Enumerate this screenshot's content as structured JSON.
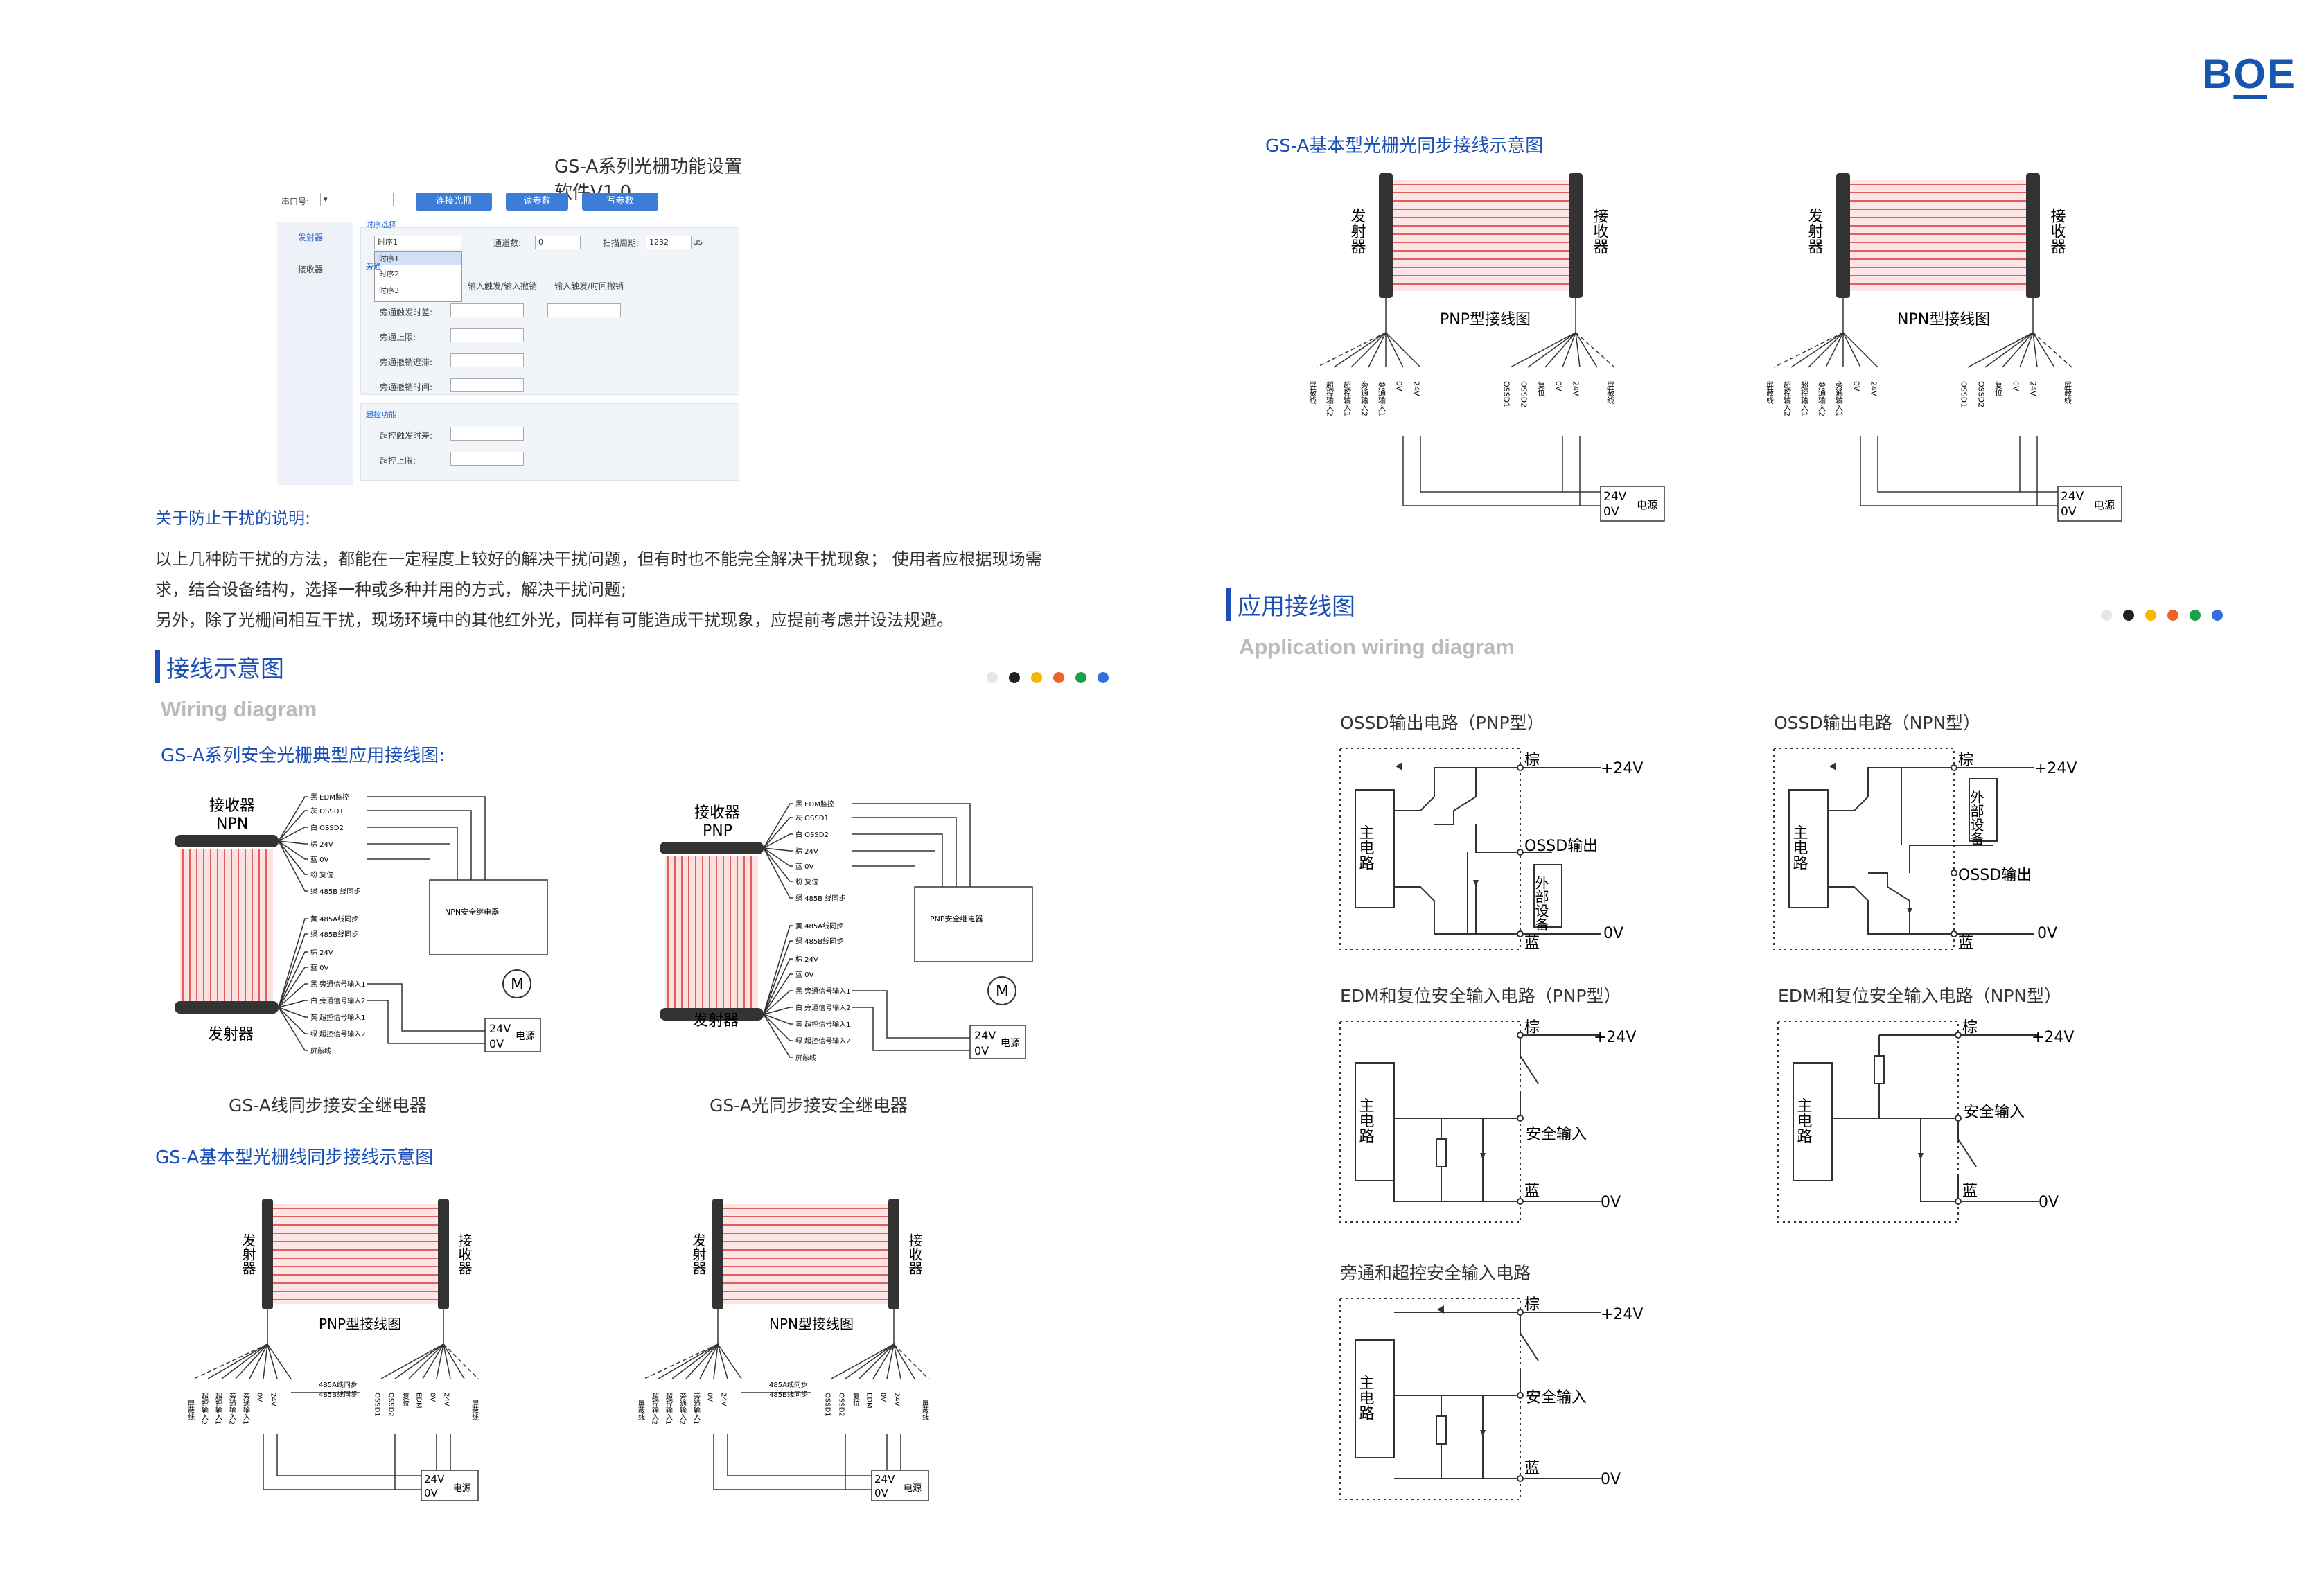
{
  "brand": {
    "logo_b": "B",
    "logo_o": "O",
    "logo_e": "E"
  },
  "software": {
    "title": "GS-A系列光栅功能设置软件V1.0",
    "port_label": "串口号:",
    "btn_connect": "连接光栅",
    "btn_read": "读参数",
    "btn_write": "写参数",
    "tab_emitter": "发射器",
    "tab_receiver": "接收器",
    "group_timing": "时序选择",
    "timing_value": "时序1",
    "timing_options": [
      "时序1",
      "时序2",
      "时序3"
    ],
    "channels_label": "通道数:",
    "channels_value": "0",
    "scan_label": "扫描周期:",
    "scan_value": "1232",
    "scan_unit": "us",
    "group_bypass": "旁通",
    "radio_a": "输入触发/输入撤销",
    "radio_b": "输入触发/时间撤销",
    "bypass_trigger": "旁通触发时差:",
    "bypass_max": "旁通上限:",
    "bypass_cancel_delay": "旁通撤销迟滞:",
    "bypass_cancel_time": "旁通撤销时间:",
    "group_override": "超控功能",
    "override_trigger": "超控触发时差:",
    "override_max": "超控上限:"
  },
  "interference": {
    "title": "关于防止干扰的说明:",
    "line1": "以上几种防干扰的方法，都能在一定程度上较好的解决干扰问题，但有时也不能完全解决干扰现象； 使用者应根据现场需",
    "line2": "求，结合设备结构，选择一种或多种并用的方式，解决干扰问题;",
    "line3": "另外，除了光栅间相互干扰，现场环境中的其他红外光，同样有可能造成干扰现象，应提前考虑并设法规避。"
  },
  "wiring": {
    "title": "接线示意图",
    "subtitle": "Wiring diagram",
    "typical_title": "GS-A系列安全光栅典型应用接线图:",
    "cap_left": "GS-A线同步接安全继电器",
    "cap_right": "GS-A光同步接安全继电器",
    "basic_wire_title": "GS-A基本型光栅线同步接线示意图",
    "receiver": "接收器",
    "emitter": "发射器",
    "npn": "NPN",
    "pnp": "PNP",
    "pnp_wiring": "PNP型接线图",
    "npn_wiring": "NPN型接线图",
    "supply_24v": "24V",
    "supply_0v": "0V",
    "supply_label": "电源",
    "relay_npn": "NPN安全继电器",
    "relay_pnp": "PNP安全继电器",
    "wire_labels": [
      "黑 EDM监控",
      "灰 OSSD1",
      "白 OSSD2",
      "棕 24V",
      "蓝 0V",
      "粉 复位",
      "绿 485B 线同步",
      "黄 485A 线同步",
      "屏蔽线",
      "黄 485A线同步",
      "绿 485B线同步",
      "棕 24V",
      "蓝 0V",
      "黑 旁通信号输入1",
      "白 旁通信号输入2",
      "黄 超控信号输入1",
      "绿 超控信号输入2",
      "屏蔽线"
    ],
    "fan_labels": [
      "屏蔽线",
      "超控输入2",
      "超控输入1",
      "旁通输入2",
      "旁通输入1",
      "0V",
      "24V",
      "485A线同步",
      "485B线同步",
      "OSSD1",
      "OSSD2",
      "EDM",
      "复位",
      "0V",
      "24V",
      "屏蔽线"
    ],
    "motor": "M",
    "emitter_v": "发射器",
    "receiver_v": "接收器"
  },
  "right_top": {
    "title": "GS-A基本型光栅光同步接线示意图"
  },
  "application": {
    "title": "应用接线图",
    "subtitle": "Application wiring diagram",
    "ossd_pnp": "OSSD输出电路（PNP型）",
    "ossd_npn": "OSSD输出电路（NPN型）",
    "edm_pnp": "EDM和复位安全输入电路（PNP型）",
    "edm_npn": "EDM和复位安全输入电路（NPN型）",
    "bypass": "旁通和超控安全输入电路",
    "main_circuit": "主电路",
    "brown": "棕",
    "blue_wire": "蓝",
    "plus24": "+24V",
    "zero": "0V",
    "ossd_out": "OSSD输出",
    "ext_dev": "外部设备",
    "safety_in": "安全输入"
  },
  "colors": {
    "accent": "#1a4fb8",
    "dots": [
      "#e6e6e6",
      "#222222",
      "#f5b700",
      "#f0622a",
      "#1aa14a",
      "#2f6fe0"
    ]
  }
}
